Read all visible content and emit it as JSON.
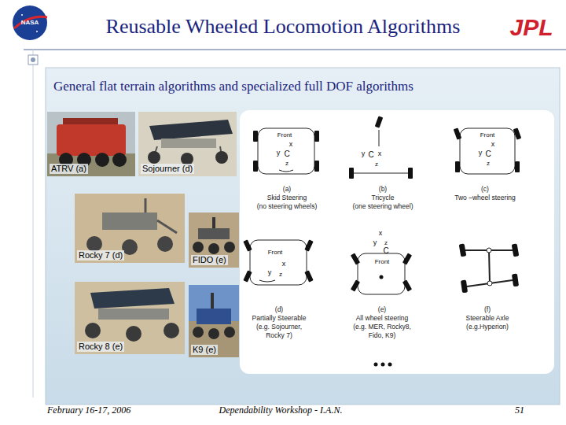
{
  "diagram": {
    "title": "Reusable Wheeled Locomotion Algorithms",
    "nodes": [
      {
        "text": [
          "General flat terrain algorithms and specialized full DOF algorithms"
        ]
      },
      {
        "text": [
          "ATRV (a)"
        ],
        "in": 0
      },
      {
        "text": [
          "Sojourner (d)"
        ],
        "in": 0
      },
      {
        "text": [
          "Rocky 7 (d)"
        ],
        "in": 0
      },
      {
        "text": [
          "FIDO (e)"
        ],
        "in": 0
      },
      {
        "text": [
          "Rocky 8 (e)"
        ],
        "in": 0
      },
      {
        "text": [
          "K9 (e)"
        ],
        "in": 0
      }
    ],
    "labels": [
      "NASA",
      "JPL",
      "Front",
      "x",
      "y",
      "C",
      "z",
      "y",
      "C",
      "x",
      "z",
      "Front",
      "x",
      "y",
      "C",
      "z",
      "(a)",
      "Skid Steering",
      "(no steering wheels)",
      "(b)",
      "Tricycle",
      "(one steering wheel)",
      "(c)",
      "Two –wheel steering",
      "Front",
      "x",
      "y",
      "z",
      "x",
      "y",
      "z",
      "C",
      "Front",
      "(d)",
      "Partially Steerable",
      "(e.g. Sojourner,",
      "Rocky 7)",
      "(e)",
      "All wheel steering",
      "(e.g. MER, Rocky8,",
      "Fido, K9)",
      "(f)",
      "Steerable Axle",
      "(e.g.Hyperion)",
      "February 16-17, 2006",
      "Dependability Workshop - I.A.N.",
      "51"
    ]
  }
}
